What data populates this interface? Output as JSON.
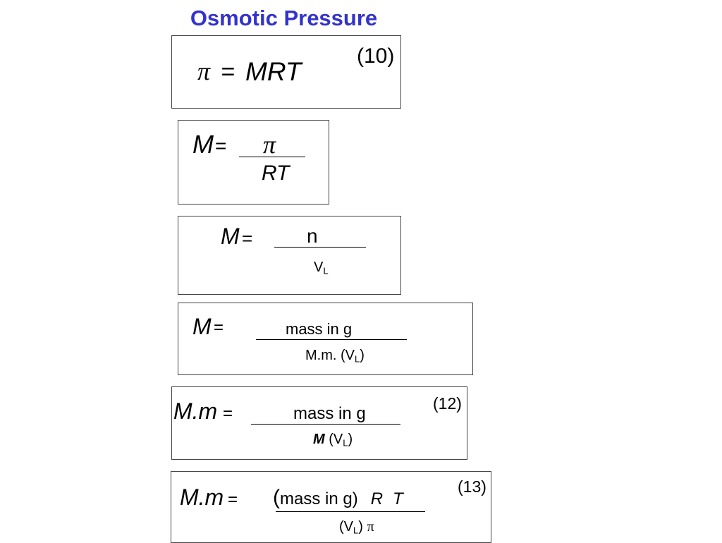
{
  "title": "Osmotic Pressure",
  "eq10": {
    "pi": "π",
    "eq": " = ",
    "rhs": "MRT",
    "label": "(10)"
  },
  "eq_a": {
    "lhs": "M",
    "eq": " =",
    "num": "π",
    "den": "RT"
  },
  "eq_b": {
    "lhs": "M",
    "eq": " =",
    "num": "n",
    "den_main": "V",
    "den_sub": "L"
  },
  "eq_c": {
    "lhs": "M",
    "eq": " =",
    "num": "mass in g",
    "den_main": "M.m. (V",
    "den_sub": "L",
    "den_close": ")"
  },
  "eq12": {
    "lhs": "M.m",
    "eq": " =",
    "num": "mass in g",
    "den_bold": "M",
    "den_main": " (V",
    "den_sub": "L",
    "den_close": ")",
    "label": "(12)"
  },
  "eq13": {
    "lhs": "M.m",
    "eq": " =",
    "paren_open": "(",
    "num_main": "mass in g)",
    "num_r": "R",
    "num_t": "T",
    "den_main": "(V",
    "den_sub": "L",
    "den_close": ")",
    "den_pi": "π",
    "label": "(13)"
  }
}
